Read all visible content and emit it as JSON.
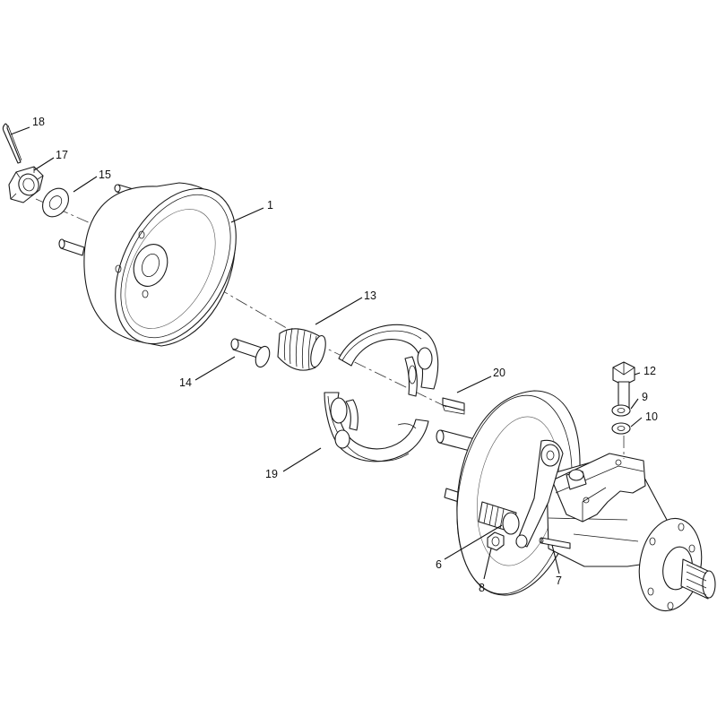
{
  "diagram": {
    "type": "exploded-parts-view",
    "callouts": [
      {
        "id": "c1",
        "label": "1"
      },
      {
        "id": "c6",
        "label": "6"
      },
      {
        "id": "c7",
        "label": "7"
      },
      {
        "id": "c8",
        "label": "8"
      },
      {
        "id": "c9",
        "label": "9"
      },
      {
        "id": "c10",
        "label": "10"
      },
      {
        "id": "c12",
        "label": "12"
      },
      {
        "id": "c13",
        "label": "13"
      },
      {
        "id": "c14",
        "label": "14"
      },
      {
        "id": "c15",
        "label": "15"
      },
      {
        "id": "c17",
        "label": "17"
      },
      {
        "id": "c18",
        "label": "18"
      },
      {
        "id": "c19",
        "label": "19"
      },
      {
        "id": "c20",
        "label": "20"
      }
    ]
  }
}
